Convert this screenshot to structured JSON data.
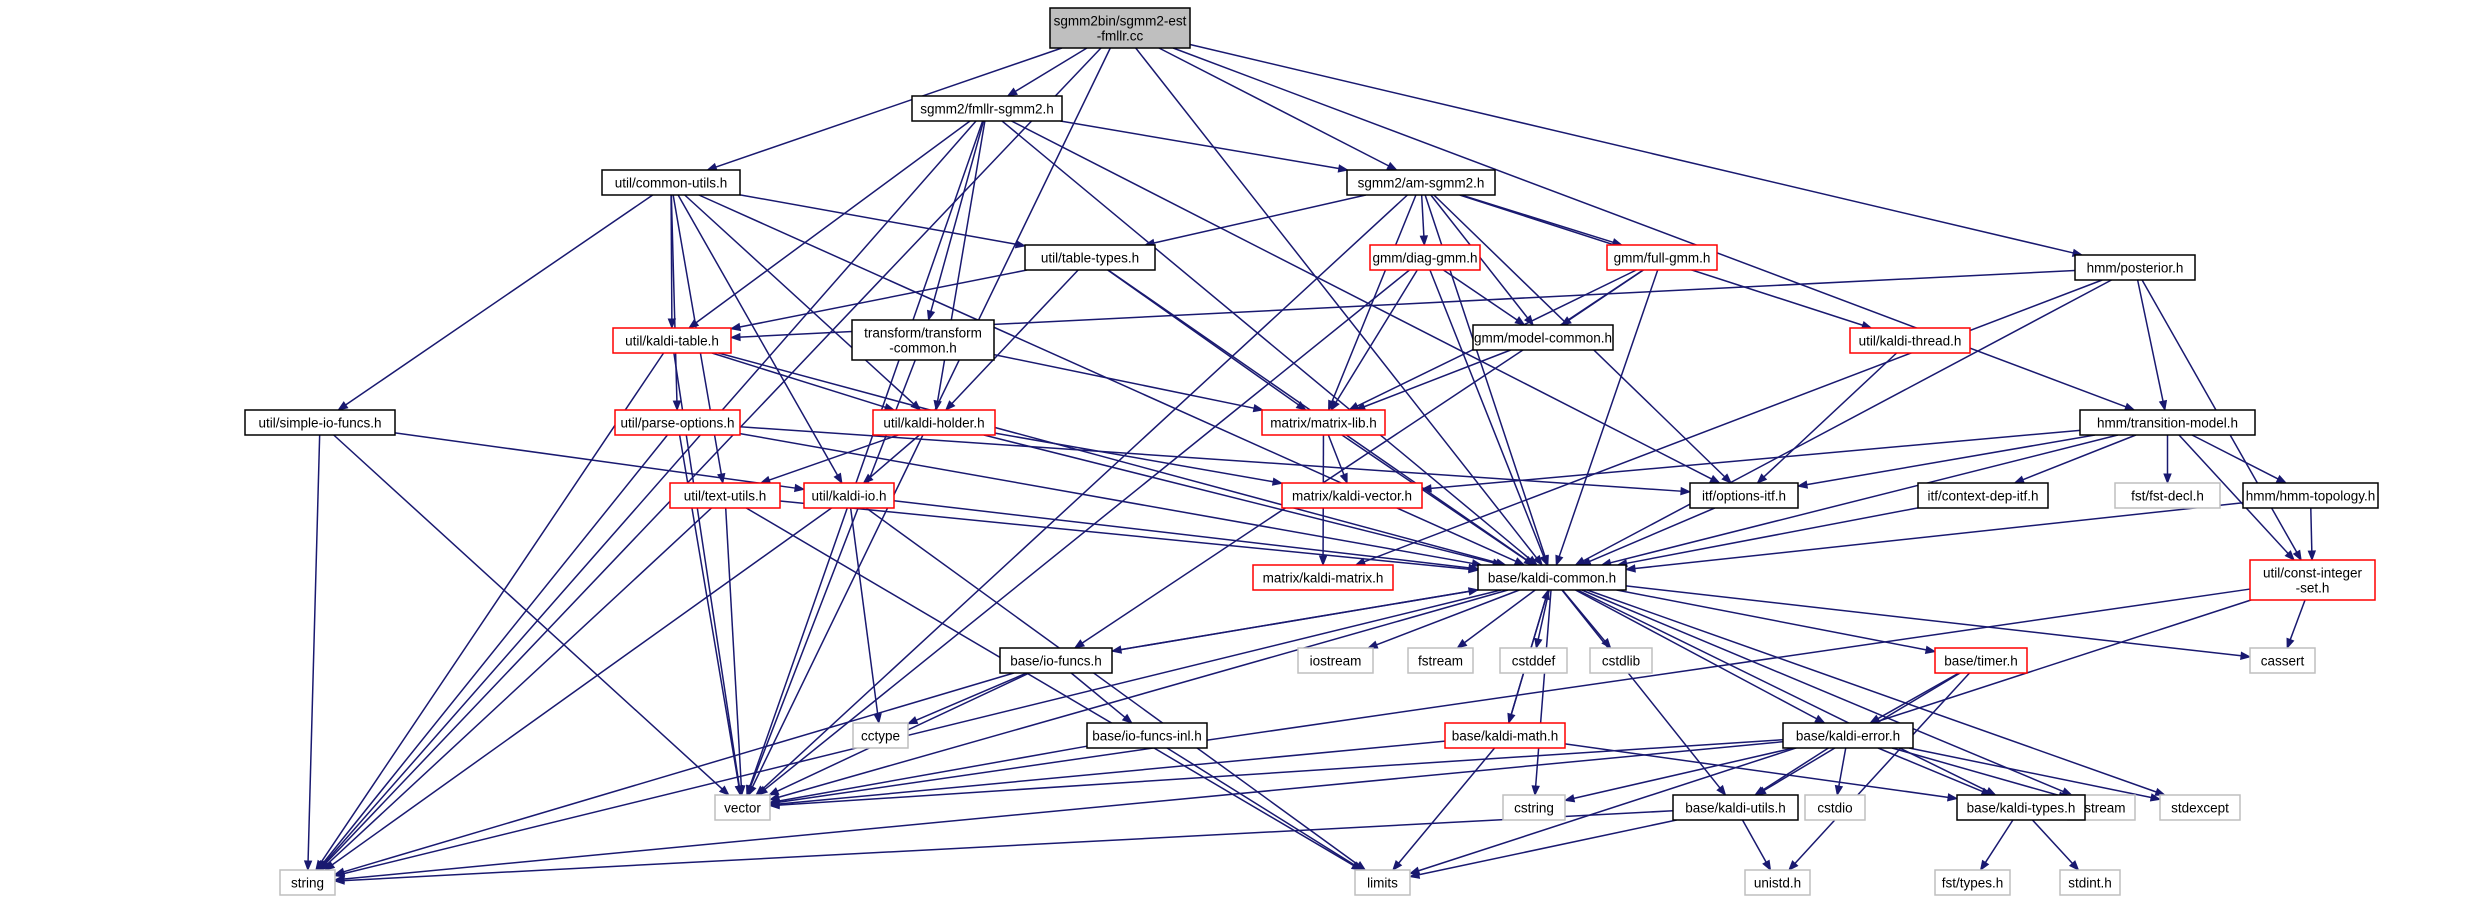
{
  "colors": {
    "edge": "#191970",
    "root_fill": "#bfbfbf",
    "root_border": "#000000",
    "documented_border": "#000000",
    "undocumented_border": "#ff0000",
    "external_border": "#bfbfbf",
    "node_fill": "#ffffff",
    "text": "#000000"
  },
  "nodes": [
    {
      "id": "root",
      "lines": [
        "sgmm2bin/sgmm2-est",
        "-fmllr.cc"
      ],
      "style": "root"
    },
    {
      "id": "fmllr_sgmm2",
      "lines": [
        "sgmm2/fmllr-sgmm2.h"
      ],
      "style": "documented"
    },
    {
      "id": "common_utils",
      "lines": [
        "util/common-utils.h"
      ],
      "style": "documented"
    },
    {
      "id": "am_sgmm2",
      "lines": [
        "sgmm2/am-sgmm2.h"
      ],
      "style": "documented"
    },
    {
      "id": "posterior",
      "lines": [
        "hmm/posterior.h"
      ],
      "style": "documented"
    },
    {
      "id": "table_types",
      "lines": [
        "util/table-types.h"
      ],
      "style": "documented"
    },
    {
      "id": "diag_gmm",
      "lines": [
        "gmm/diag-gmm.h"
      ],
      "style": "red"
    },
    {
      "id": "full_gmm",
      "lines": [
        "gmm/full-gmm.h"
      ],
      "style": "red"
    },
    {
      "id": "kaldi_table",
      "lines": [
        "util/kaldi-table.h"
      ],
      "style": "red"
    },
    {
      "id": "transform_common",
      "lines": [
        "transform/transform",
        "-common.h"
      ],
      "style": "documented"
    },
    {
      "id": "model_common",
      "lines": [
        "gmm/model-common.h"
      ],
      "style": "documented"
    },
    {
      "id": "kaldi_thread",
      "lines": [
        "util/kaldi-thread.h"
      ],
      "style": "red"
    },
    {
      "id": "simple_io",
      "lines": [
        "util/simple-io-funcs.h"
      ],
      "style": "documented"
    },
    {
      "id": "parse_options",
      "lines": [
        "util/parse-options.h"
      ],
      "style": "red"
    },
    {
      "id": "kaldi_holder",
      "lines": [
        "util/kaldi-holder.h"
      ],
      "style": "red"
    },
    {
      "id": "matrix_lib",
      "lines": [
        "matrix/matrix-lib.h"
      ],
      "style": "red"
    },
    {
      "id": "transition_model",
      "lines": [
        "hmm/transition-model.h"
      ],
      "style": "documented"
    },
    {
      "id": "text_utils",
      "lines": [
        "util/text-utils.h"
      ],
      "style": "red"
    },
    {
      "id": "kaldi_io",
      "lines": [
        "util/kaldi-io.h"
      ],
      "style": "red"
    },
    {
      "id": "kaldi_vector",
      "lines": [
        "matrix/kaldi-vector.h"
      ],
      "style": "red"
    },
    {
      "id": "options_itf",
      "lines": [
        "itf/options-itf.h"
      ],
      "style": "documented"
    },
    {
      "id": "context_dep_itf",
      "lines": [
        "itf/context-dep-itf.h"
      ],
      "style": "documented"
    },
    {
      "id": "fst_decl",
      "lines": [
        "fst/fst-decl.h"
      ],
      "style": "external"
    },
    {
      "id": "hmm_topology",
      "lines": [
        "hmm/hmm-topology.h"
      ],
      "style": "documented"
    },
    {
      "id": "kaldi_matrix",
      "lines": [
        "matrix/kaldi-matrix.h"
      ],
      "style": "red"
    },
    {
      "id": "kaldi_common",
      "lines": [
        "base/kaldi-common.h"
      ],
      "style": "documented"
    },
    {
      "id": "const_integer_set",
      "lines": [
        "util/const-integer",
        "-set.h"
      ],
      "style": "red"
    },
    {
      "id": "io_funcs",
      "lines": [
        "base/io-funcs.h"
      ],
      "style": "documented"
    },
    {
      "id": "iostream",
      "lines": [
        "iostream"
      ],
      "style": "external"
    },
    {
      "id": "fstream",
      "lines": [
        "fstream"
      ],
      "style": "external"
    },
    {
      "id": "cstddef",
      "lines": [
        "cstddef"
      ],
      "style": "external"
    },
    {
      "id": "cstdlib",
      "lines": [
        "cstdlib"
      ],
      "style": "external"
    },
    {
      "id": "timer",
      "lines": [
        "base/timer.h"
      ],
      "style": "red"
    },
    {
      "id": "cassert",
      "lines": [
        "cassert"
      ],
      "style": "external"
    },
    {
      "id": "cctype",
      "lines": [
        "cctype"
      ],
      "style": "external"
    },
    {
      "id": "io_funcs_inl",
      "lines": [
        "base/io-funcs-inl.h"
      ],
      "style": "documented"
    },
    {
      "id": "kaldi_math",
      "lines": [
        "base/kaldi-math.h"
      ],
      "style": "red"
    },
    {
      "id": "kaldi_error",
      "lines": [
        "base/kaldi-error.h"
      ],
      "style": "documented"
    },
    {
      "id": "vector",
      "lines": [
        "vector"
      ],
      "style": "external"
    },
    {
      "id": "cstring",
      "lines": [
        "cstring"
      ],
      "style": "external"
    },
    {
      "id": "cstdio",
      "lines": [
        "cstdio"
      ],
      "style": "external"
    },
    {
      "id": "sstream",
      "lines": [
        "sstream"
      ],
      "style": "external"
    },
    {
      "id": "stdexcept",
      "lines": [
        "stdexcept"
      ],
      "style": "external"
    },
    {
      "id": "kaldi_utils",
      "lines": [
        "base/kaldi-utils.h"
      ],
      "style": "documented"
    },
    {
      "id": "kaldi_types",
      "lines": [
        "base/kaldi-types.h"
      ],
      "style": "documented"
    },
    {
      "id": "string",
      "lines": [
        "string"
      ],
      "style": "external"
    },
    {
      "id": "limits",
      "lines": [
        "limits"
      ],
      "style": "external"
    },
    {
      "id": "unistd",
      "lines": [
        "unistd.h"
      ],
      "style": "external"
    },
    {
      "id": "fst_types",
      "lines": [
        "fst/types.h"
      ],
      "style": "external"
    },
    {
      "id": "stdint",
      "lines": [
        "stdint.h"
      ],
      "style": "external"
    }
  ],
  "edges": [
    [
      "root",
      "fmllr_sgmm2"
    ],
    [
      "root",
      "common_utils"
    ],
    [
      "root",
      "am_sgmm2"
    ],
    [
      "root",
      "posterior"
    ],
    [
      "root",
      "transition_model"
    ],
    [
      "root",
      "kaldi_common"
    ],
    [
      "root",
      "vector"
    ],
    [
      "root",
      "string"
    ],
    [
      "fmllr_sgmm2",
      "am_sgmm2"
    ],
    [
      "fmllr_sgmm2",
      "transform_common"
    ],
    [
      "fmllr_sgmm2",
      "kaldi_table"
    ],
    [
      "fmllr_sgmm2",
      "kaldi_holder"
    ],
    [
      "fmllr_sgmm2",
      "kaldi_common"
    ],
    [
      "fmllr_sgmm2",
      "options_itf"
    ],
    [
      "fmllr_sgmm2",
      "vector"
    ],
    [
      "fmllr_sgmm2",
      "string"
    ],
    [
      "common_utils",
      "table_types"
    ],
    [
      "common_utils",
      "kaldi_table"
    ],
    [
      "common_utils",
      "simple_io"
    ],
    [
      "common_utils",
      "parse_options"
    ],
    [
      "common_utils",
      "kaldi_holder"
    ],
    [
      "common_utils",
      "text_utils"
    ],
    [
      "common_utils",
      "kaldi_io"
    ],
    [
      "common_utils",
      "kaldi_common"
    ],
    [
      "am_sgmm2",
      "table_types"
    ],
    [
      "am_sgmm2",
      "diag_gmm"
    ],
    [
      "am_sgmm2",
      "full_gmm"
    ],
    [
      "am_sgmm2",
      "model_common"
    ],
    [
      "am_sgmm2",
      "kaldi_thread"
    ],
    [
      "am_sgmm2",
      "matrix_lib"
    ],
    [
      "am_sgmm2",
      "options_itf"
    ],
    [
      "am_sgmm2",
      "kaldi_common"
    ],
    [
      "am_sgmm2",
      "vector"
    ],
    [
      "posterior",
      "kaldi_table"
    ],
    [
      "posterior",
      "transition_model"
    ],
    [
      "posterior",
      "kaldi_common"
    ],
    [
      "posterior",
      "const_integer_set"
    ],
    [
      "posterior",
      "kaldi_matrix"
    ],
    [
      "table_types",
      "kaldi_table"
    ],
    [
      "table_types",
      "kaldi_holder"
    ],
    [
      "table_types",
      "matrix_lib"
    ],
    [
      "table_types",
      "kaldi_common"
    ],
    [
      "diag_gmm",
      "model_common"
    ],
    [
      "diag_gmm",
      "matrix_lib"
    ],
    [
      "diag_gmm",
      "kaldi_common"
    ],
    [
      "diag_gmm",
      "vector"
    ],
    [
      "full_gmm",
      "model_common"
    ],
    [
      "full_gmm",
      "matrix_lib"
    ],
    [
      "full_gmm",
      "kaldi_common"
    ],
    [
      "full_gmm",
      "io_funcs"
    ],
    [
      "kaldi_table",
      "kaldi_holder"
    ],
    [
      "kaldi_table",
      "kaldi_common"
    ],
    [
      "kaldi_table",
      "vector"
    ],
    [
      "kaldi_table",
      "string"
    ],
    [
      "transform_common",
      "matrix_lib"
    ],
    [
      "transform_common",
      "vector"
    ],
    [
      "model_common",
      "matrix_lib"
    ],
    [
      "kaldi_thread",
      "options_itf"
    ],
    [
      "simple_io",
      "kaldi_io"
    ],
    [
      "simple_io",
      "vector"
    ],
    [
      "simple_io",
      "string"
    ],
    [
      "parse_options",
      "options_itf"
    ],
    [
      "parse_options",
      "kaldi_common"
    ],
    [
      "parse_options",
      "vector"
    ],
    [
      "parse_options",
      "string"
    ],
    [
      "kaldi_holder",
      "kaldi_io"
    ],
    [
      "kaldi_holder",
      "text_utils"
    ],
    [
      "kaldi_holder",
      "kaldi_vector"
    ],
    [
      "kaldi_holder",
      "kaldi_common"
    ],
    [
      "matrix_lib",
      "kaldi_vector"
    ],
    [
      "matrix_lib",
      "kaldi_matrix"
    ],
    [
      "matrix_lib",
      "kaldi_common"
    ],
    [
      "transition_model",
      "options_itf"
    ],
    [
      "transition_model",
      "context_dep_itf"
    ],
    [
      "transition_model",
      "fst_decl"
    ],
    [
      "transition_model",
      "hmm_topology"
    ],
    [
      "transition_model",
      "kaldi_common"
    ],
    [
      "transition_model",
      "kaldi_vector"
    ],
    [
      "transition_model",
      "const_integer_set"
    ],
    [
      "text_utils",
      "kaldi_common"
    ],
    [
      "text_utils",
      "vector"
    ],
    [
      "text_utils",
      "string"
    ],
    [
      "text_utils",
      "limits"
    ],
    [
      "kaldi_io",
      "kaldi_common"
    ],
    [
      "kaldi_io",
      "string"
    ],
    [
      "kaldi_io",
      "cctype"
    ],
    [
      "kaldi_io",
      "limits"
    ],
    [
      "options_itf",
      "kaldi_common"
    ],
    [
      "context_dep_itf",
      "kaldi_common"
    ],
    [
      "hmm_topology",
      "kaldi_common"
    ],
    [
      "hmm_topology",
      "const_integer_set"
    ],
    [
      "kaldi_common",
      "io_funcs"
    ],
    [
      "kaldi_common",
      "iostream"
    ],
    [
      "kaldi_common",
      "fstream"
    ],
    [
      "kaldi_common",
      "cstddef"
    ],
    [
      "kaldi_common",
      "cstdlib"
    ],
    [
      "kaldi_common",
      "timer"
    ],
    [
      "kaldi_common",
      "cassert"
    ],
    [
      "kaldi_common",
      "kaldi_math"
    ],
    [
      "kaldi_common",
      "kaldi_error"
    ],
    [
      "kaldi_common",
      "kaldi_utils"
    ],
    [
      "kaldi_common",
      "kaldi_types"
    ],
    [
      "kaldi_common",
      "vector"
    ],
    [
      "kaldi_common",
      "string"
    ],
    [
      "kaldi_common",
      "cstring"
    ],
    [
      "kaldi_common",
      "sstream"
    ],
    [
      "kaldi_common",
      "stdexcept"
    ],
    [
      "const_integer_set",
      "cassert"
    ],
    [
      "const_integer_set",
      "vector"
    ],
    [
      "const_integer_set",
      "limits"
    ],
    [
      "io_funcs",
      "kaldi_common"
    ],
    [
      "io_funcs",
      "cctype"
    ],
    [
      "io_funcs",
      "io_funcs_inl"
    ],
    [
      "io_funcs",
      "vector"
    ],
    [
      "io_funcs",
      "string"
    ],
    [
      "io_funcs_inl",
      "vector"
    ],
    [
      "io_funcs_inl",
      "limits"
    ],
    [
      "timer",
      "kaldi_error"
    ],
    [
      "timer",
      "kaldi_utils"
    ],
    [
      "timer",
      "unistd"
    ],
    [
      "kaldi_math",
      "kaldi_common"
    ],
    [
      "kaldi_math",
      "kaldi_types"
    ],
    [
      "kaldi_math",
      "vector"
    ],
    [
      "kaldi_math",
      "limits"
    ],
    [
      "kaldi_error",
      "kaldi_types"
    ],
    [
      "kaldi_error",
      "kaldi_utils"
    ],
    [
      "kaldi_error",
      "cstring"
    ],
    [
      "kaldi_error",
      "cstdio"
    ],
    [
      "kaldi_error",
      "sstream"
    ],
    [
      "kaldi_error",
      "stdexcept"
    ],
    [
      "kaldi_error",
      "vector"
    ],
    [
      "kaldi_error",
      "string"
    ],
    [
      "kaldi_utils",
      "string"
    ],
    [
      "kaldi_utils",
      "limits"
    ],
    [
      "kaldi_utils",
      "unistd"
    ],
    [
      "kaldi_types",
      "fst_types"
    ],
    [
      "kaldi_types",
      "stdint"
    ]
  ]
}
